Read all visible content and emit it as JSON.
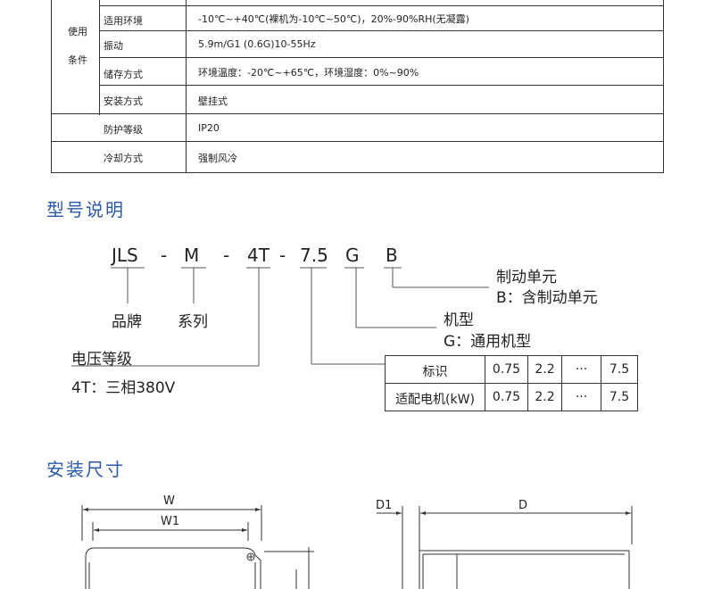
{
  "spec_table": {
    "group_label_line1": "使用",
    "group_label_line2": "条件",
    "rows": [
      {
        "label": "适用环境",
        "value": "-10℃~+40℃(裸机为-10℃~50℃)，20%-90%RH(无凝露)"
      },
      {
        "label": "振动",
        "value": "5.9m/G1 (0.6G)10-55Hz"
      },
      {
        "label": "储存方式",
        "value": "环境温度：-20℃~+65℃，环境湿度：0%~90%"
      },
      {
        "label": "安装方式",
        "value": "壁挂式"
      },
      {
        "label": "防护等级",
        "value": "IP20"
      },
      {
        "label": "冷却方式",
        "value": "强制风冷"
      }
    ]
  },
  "model_section": {
    "title": "型号说明",
    "code_parts": [
      "JLS",
      "-",
      "M",
      "-",
      "4T",
      "-",
      "7.5",
      "G",
      "B"
    ],
    "brand_label": "品牌",
    "series_label": "系列",
    "voltage_label": "电压等级",
    "voltage_value": "4T：三相380V",
    "braking_label": "制动单元",
    "braking_value": "B：含制动单元",
    "type_label": "机型",
    "type_value": "G：通用机型",
    "match_table": {
      "headers": [
        "标识",
        "0.75",
        "2.2",
        "···",
        "7.5"
      ],
      "row": [
        "适配电机(kW)",
        "0.75",
        "2.2",
        "···",
        "7.5"
      ]
    }
  },
  "install_section": {
    "title": "安装尺寸",
    "dims": {
      "w": "W",
      "w1": "W1",
      "d1": "D1",
      "d": "D"
    }
  }
}
